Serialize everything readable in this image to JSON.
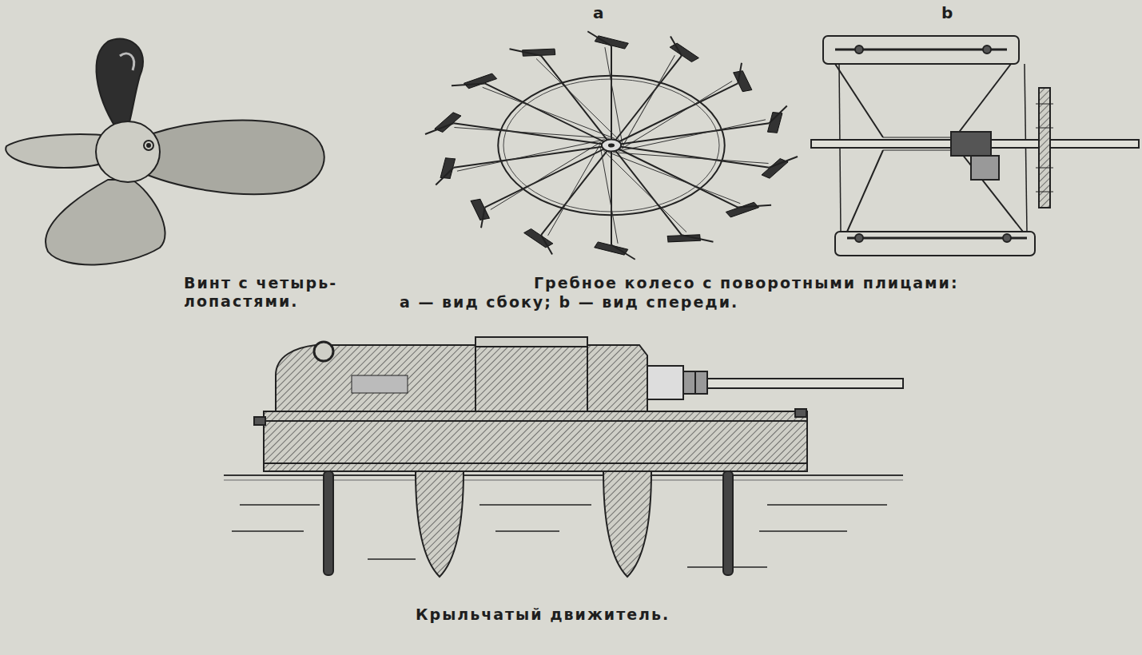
{
  "diagram": {
    "labels": [
      "Винт с четырь- лопастями.",
      "a",
      "b",
      "Гребное колесо с поворотными плицами:",
      "а — вид сбоку; b — вид спереди.",
      "Крыльчатый движитель."
    ]
  }
}
